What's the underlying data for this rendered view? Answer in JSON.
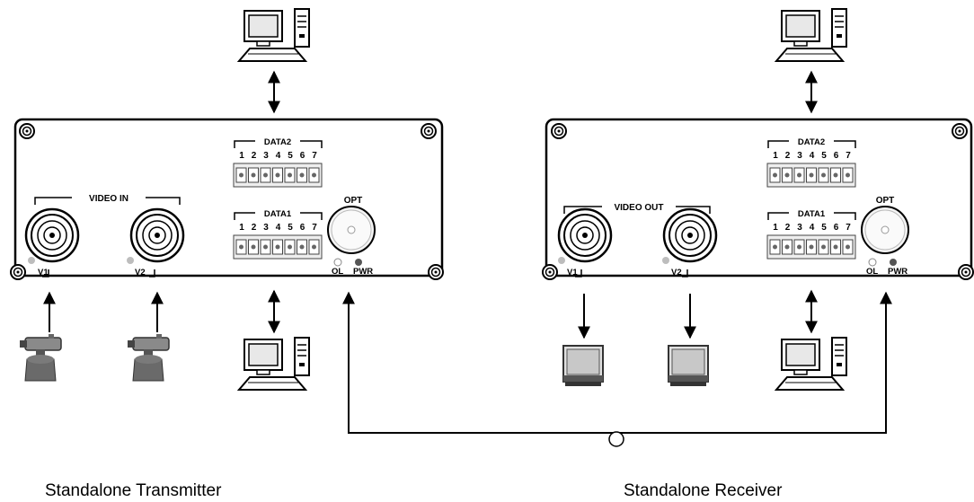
{
  "transmitter": {
    "caption": "Standalone Transmitter",
    "video_label": "VIDEO IN",
    "data2_label": "DATA2",
    "data1_label": "DATA1",
    "opt_label": "OPT",
    "ol_label": "OL",
    "pwr_label": "PWR",
    "bnc1_label": "V1",
    "bnc2_label": "V2",
    "pins": [
      "1",
      "2",
      "3",
      "4",
      "5",
      "6",
      "7"
    ]
  },
  "receiver": {
    "caption": "Standalone Receiver",
    "video_label": "VIDEO OUT",
    "data2_label": "DATA2",
    "data1_label": "DATA1",
    "opt_label": "OPT",
    "ol_label": "OL",
    "pwr_label": "PWR",
    "bnc1_label": "V1",
    "bnc2_label": "V2",
    "pins": [
      "1",
      "2",
      "3",
      "4",
      "5",
      "6",
      "7"
    ]
  },
  "icons": {
    "computer": "computer-icon",
    "camera": "camera-icon",
    "monitor": "monitor-icon",
    "fiber": "fiber-coil-icon"
  },
  "colors": {
    "line": "#000000",
    "panel_fill": "#ffffff",
    "led_gray": "#bdbdbd",
    "led_dark": "#555555"
  }
}
